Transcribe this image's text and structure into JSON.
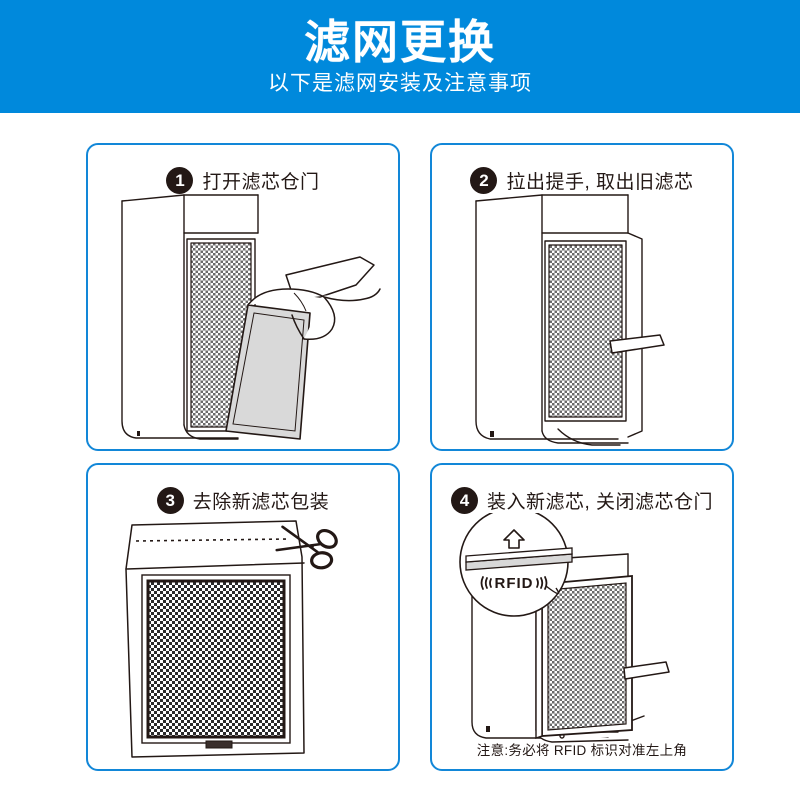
{
  "header": {
    "title": "滤网更换",
    "subtitle": "以下是滤网安装及注意事项",
    "background_color": "#0089dc",
    "text_color": "#ffffff"
  },
  "theme": {
    "card_border_color": "#1287d8",
    "ink_color": "#231815",
    "page_background": "#ffffff"
  },
  "steps": [
    {
      "number": "1",
      "label": "打开滤芯仓门",
      "art": "hand-opening-door-panel-revealing-mesh-filter"
    },
    {
      "number": "2",
      "label": "拉出提手, 取出旧滤芯",
      "art": "mesh-filter-with-pull-handle-tab"
    },
    {
      "number": "3",
      "label": "去除新滤芯包装",
      "art": "packaged-filter-bag-cut-with-scissors-along-dotted-line"
    },
    {
      "number": "4",
      "label": "装入新滤芯, 关闭滤芯仓门",
      "art": "inserting-new-filter-with-rfid-callout",
      "callout": {
        "label": "RFID",
        "arrow": "up-arrow"
      },
      "note": "注意:务必将 RFID 标识对准左上角"
    }
  ]
}
